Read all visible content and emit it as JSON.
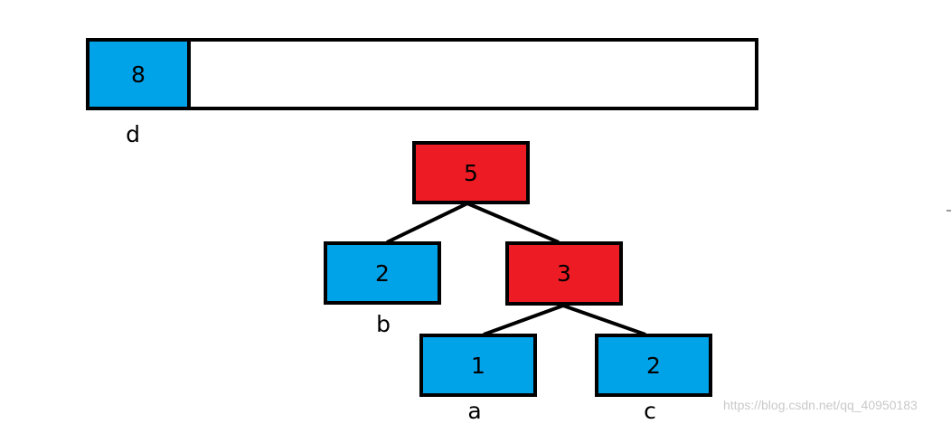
{
  "colors": {
    "leaf": "#00A2E8",
    "internal": "#ED1C24",
    "border": "#000000",
    "watermark": "#C9C9C9"
  },
  "queue": {
    "cells": [
      {
        "value": "8",
        "label": "d",
        "color": "leaf"
      }
    ]
  },
  "tree": {
    "root": {
      "value": "5",
      "color": "internal"
    },
    "left": {
      "value": "2",
      "label": "b",
      "color": "leaf"
    },
    "right": {
      "value": "3",
      "color": "internal"
    },
    "right_left": {
      "value": "1",
      "label": "a",
      "color": "leaf"
    },
    "right_right": {
      "value": "2",
      "label": "c",
      "color": "leaf"
    }
  },
  "watermark": "https://blog.csdn.net/qq_40950183"
}
